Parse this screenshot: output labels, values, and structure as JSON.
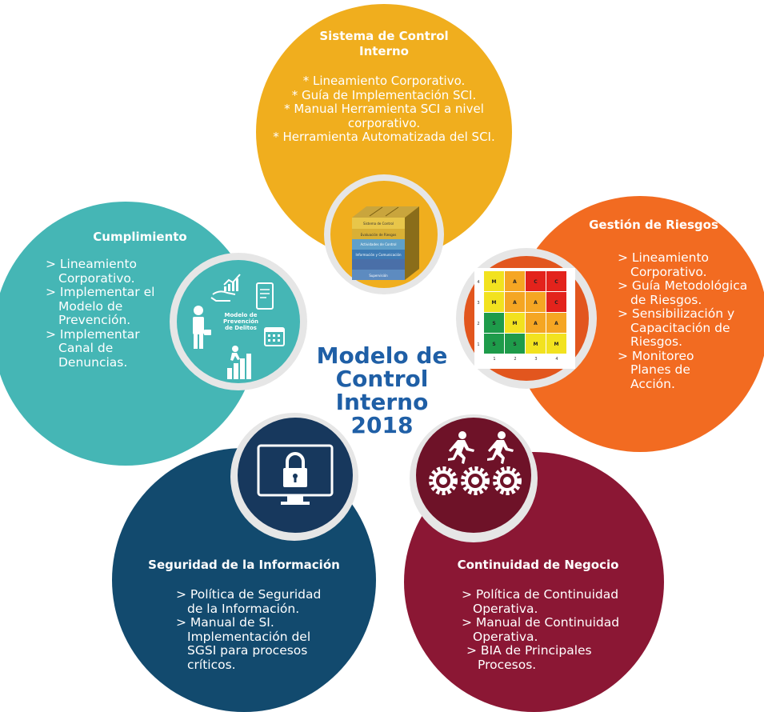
{
  "center": {
    "line1": "Modelo de",
    "line2": "Control Interno",
    "line3": "2018"
  },
  "sistema": {
    "title_line1": "Sistema de Control",
    "title_line2": "Interno",
    "items": [
      "* Lineamiento Corporativo.",
      "* Guía de Implementación SCI.",
      "* Manual Herramienta SCI a nivel",
      "corporativo.",
      "* Herramienta Automatizada del SCI."
    ],
    "cube_labels": [
      "Sistema de Control",
      "Evaluación de Riesgos",
      "Actividades de Control",
      "Información y Comunicación",
      "Supervisión"
    ]
  },
  "riesgos": {
    "title": "Gestión de Riesgos",
    "items": [
      "> Lineamiento",
      "Corporativo.",
      "> Guía Metodológica",
      "de Riesgos.",
      "> Sensibilización y",
      "Capacitación de",
      "Riesgos.",
      "> Monitoreo",
      "Planes de",
      "Acción."
    ],
    "matrix": {
      "rows": [
        [
          "M",
          "A",
          "C",
          "C"
        ],
        [
          "M",
          "A",
          "A",
          "C"
        ],
        [
          "S",
          "M",
          "A",
          "A"
        ],
        [
          "S",
          "S",
          "M",
          "M"
        ]
      ],
      "row_labels": [
        "4",
        "3",
        "2",
        "1"
      ],
      "col_labels": [
        "1",
        "2",
        "3",
        "4"
      ]
    }
  },
  "cumplimiento": {
    "title": "Cumplimiento",
    "items": [
      "> Lineamiento",
      "Corporativo.",
      "> Implementar el",
      "Modelo de",
      "Prevención.",
      "> Implementar",
      "Canal de",
      "Denuncias."
    ],
    "icon_label_1": "Modelo de",
    "icon_label_2": "Prevención",
    "icon_label_3": "de Delitos"
  },
  "seguridad": {
    "title": "Seguridad de la Información",
    "items": [
      "> Política de Seguridad",
      "de la Información.",
      "> Manual de SI.",
      "Implementación del",
      "SGSI para procesos",
      "críticos."
    ]
  },
  "continuidad": {
    "title": "Continuidad de Negocio",
    "items": [
      "> Política de Continuidad",
      "Operativa.",
      "> Manual de Continuidad",
      "Operativa.",
      "> BIA de Principales",
      "Procesos."
    ]
  },
  "colors": {
    "yellow": "#f0ae1e",
    "orange": "#f26b21",
    "teal": "#45b6b5",
    "navy": "#124a6e",
    "maroon": "#8b1734",
    "center": "#1f5fa6"
  }
}
